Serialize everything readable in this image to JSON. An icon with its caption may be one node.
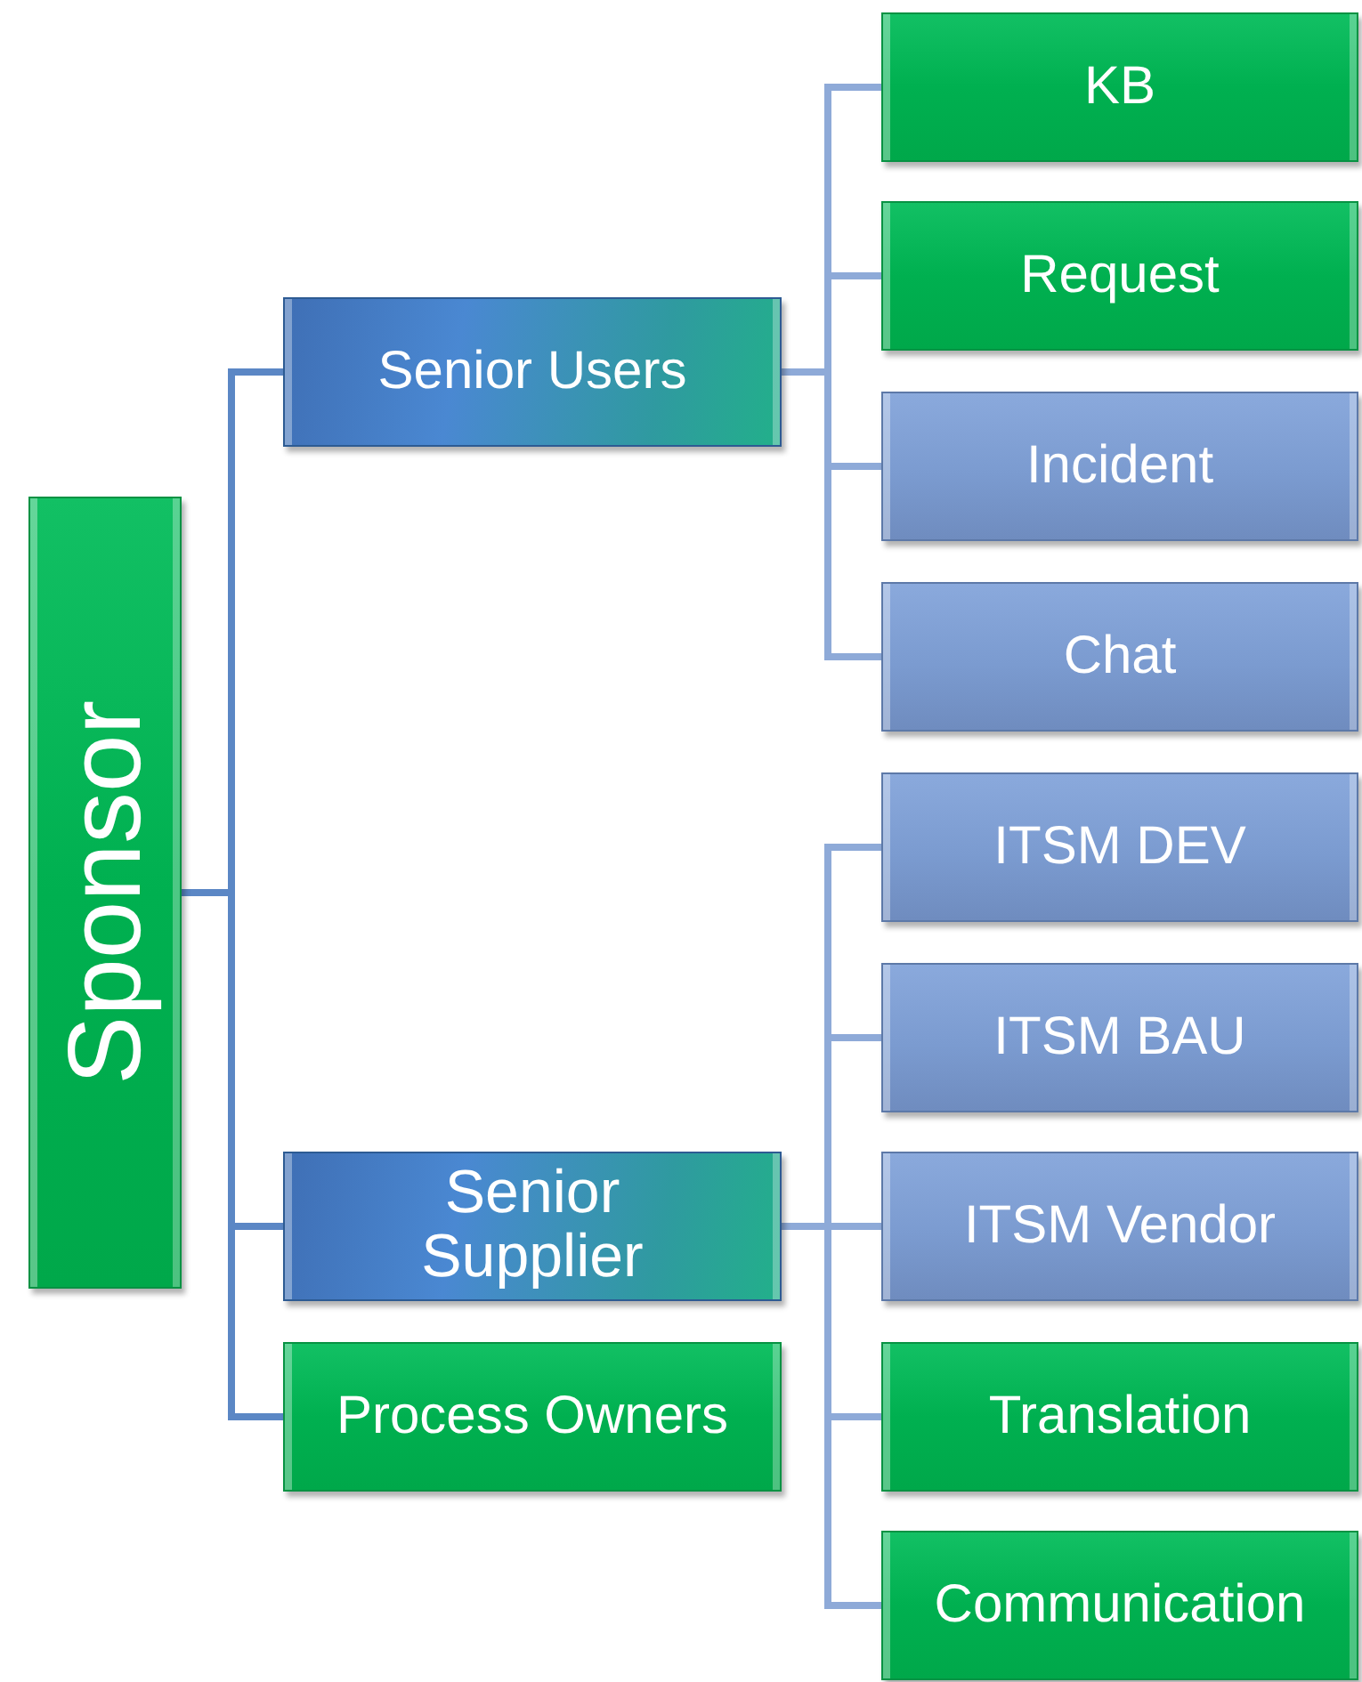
{
  "diagram": {
    "nodes": [
      {
        "text": [
          "Sponsor"
        ]
      },
      {
        "text": [
          "Senior Users"
        ]
      },
      {
        "text": [
          "Senior Supplier"
        ]
      },
      {
        "text": [
          "Process Owners"
        ]
      },
      {
        "text": [
          "KB"
        ]
      },
      {
        "text": [
          "Request"
        ]
      },
      {
        "text": [
          "Incident"
        ]
      },
      {
        "text": [
          "Chat"
        ]
      },
      {
        "text": [
          "ITSM DEV"
        ]
      },
      {
        "text": [
          "ITSM BAU"
        ]
      },
      {
        "text": [
          "ITSM Vendor"
        ]
      },
      {
        "text": [
          "Translation"
        ]
      },
      {
        "text": [
          "Communication"
        ]
      }
    ],
    "edges": [
      {
        "from": 0,
        "to": 1,
        "arrow": "none"
      },
      {
        "from": 0,
        "to": 2,
        "arrow": "none"
      },
      {
        "from": 0,
        "to": 3,
        "arrow": "none"
      },
      {
        "from": 1,
        "to": 4,
        "arrow": "none",
        "color": "#8eaad8"
      },
      {
        "from": 1,
        "to": 5,
        "arrow": "none",
        "color": "#8eaad8"
      },
      {
        "from": 1,
        "to": 6,
        "arrow": "none",
        "color": "#8eaad8"
      },
      {
        "from": 1,
        "to": 7,
        "arrow": "none",
        "color": "#8eaad8"
      },
      {
        "from": 2,
        "to": 8,
        "arrow": "none",
        "color": "#8eaad8"
      },
      {
        "from": 2,
        "to": 9,
        "arrow": "none",
        "color": "#8eaad8"
      },
      {
        "from": 2,
        "to": 10,
        "arrow": "none",
        "color": "#8eaad8"
      },
      {
        "from": 2,
        "to": 11,
        "arrow": "none",
        "color": "#8eaad8"
      },
      {
        "from": 2,
        "to": 12,
        "arrow": "none",
        "color": "#8eaad8"
      }
    ]
  }
}
